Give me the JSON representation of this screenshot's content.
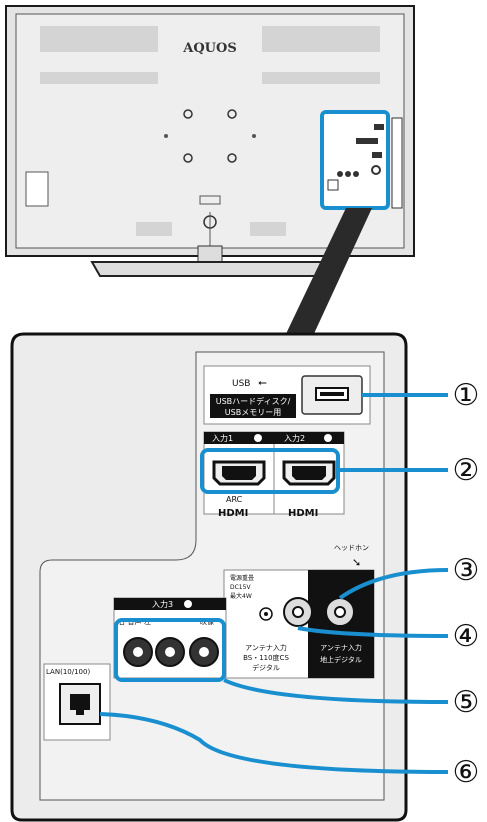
{
  "tv": {
    "brand": "AQUOS"
  },
  "usb": {
    "label": "USB",
    "badge_line1": "USBハードディスク/",
    "badge_line2": "USBメモリー用"
  },
  "hdmi": {
    "input1": "入力1",
    "input2": "入力2",
    "arc": "ARC",
    "logo1": "HDMI",
    "logo2": "HDMI"
  },
  "headphone": {
    "label": "ヘッドホン"
  },
  "power": {
    "line1": "電源重畳",
    "line2": "DC15V",
    "line3": "最大4W"
  },
  "antenna_bs": {
    "line1": "アンテナ入力",
    "line2": "BS・110度CS",
    "line3": "デジタル"
  },
  "antenna_terrestrial": {
    "line1": "アンテナ入力",
    "line2": "地上デジタル"
  },
  "input3": {
    "label": "入力3",
    "audio": "右-音声-左",
    "video": "映像"
  },
  "lan": {
    "label": "LAN(10/100)"
  },
  "callouts": [
    "①",
    "②",
    "③",
    "④",
    "⑤",
    "⑥"
  ],
  "colors": {
    "highlight": "#1a8fd0",
    "outline": "#1a1a1a",
    "panel_gray": "#e6e6e6"
  }
}
